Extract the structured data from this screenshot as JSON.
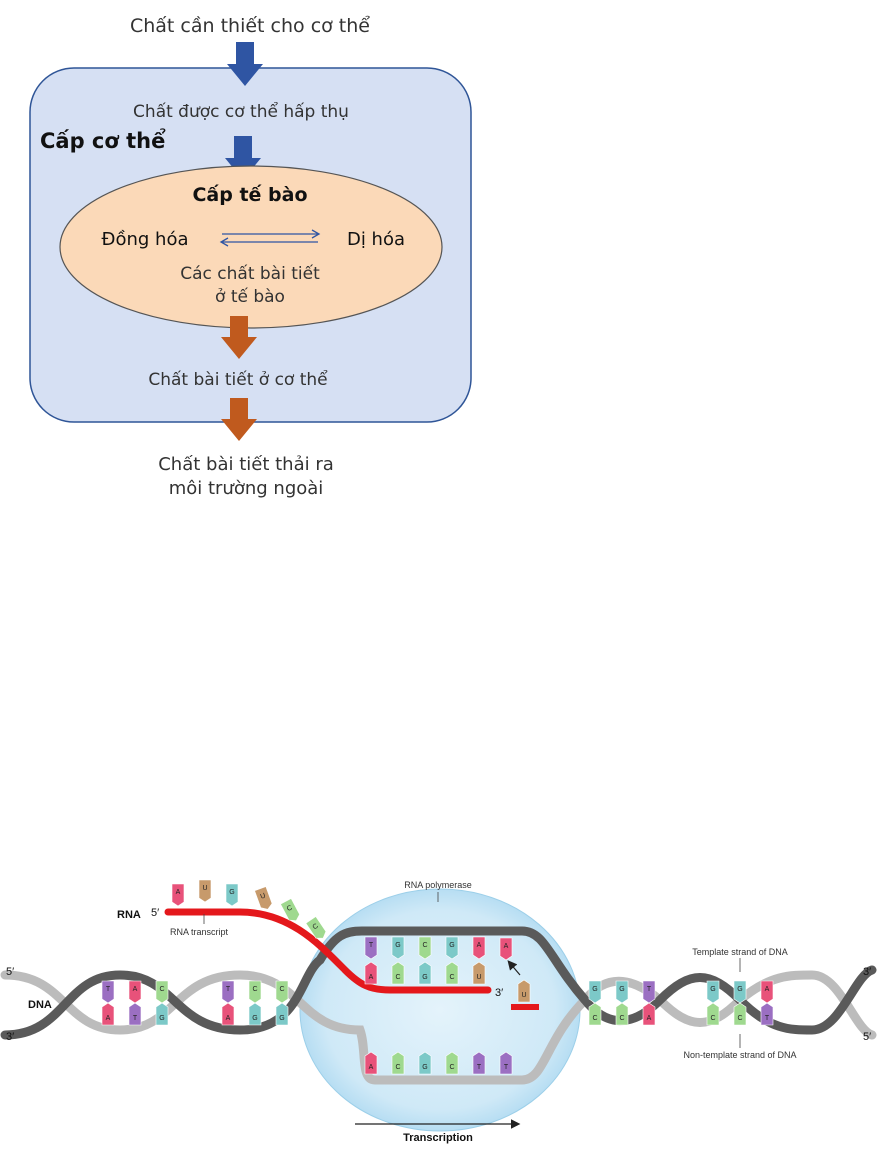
{
  "metabolism": {
    "top_label": "Chất cần thiết cho cơ thể",
    "absorbed_label": "Chất được cơ thể hấp thụ",
    "body_level_label": "Cấp cơ thể",
    "cell_level_label": "Cấp tế bào",
    "anabolism_label": "Đồng hóa",
    "catabolism_label": "Dị hóa",
    "cell_waste_line1": "Các chất bài tiết",
    "cell_waste_line2": "ở tế bào",
    "body_waste_label": "Chất bài tiết ở cơ thể",
    "excreted_line1": "Chất bài tiết thải ra",
    "excreted_line2": "môi trường ngoài",
    "colors": {
      "body_box_fill": "#d6e0f3",
      "body_box_stroke": "#2f5597",
      "cell_fill": "#fbd9b8",
      "input_arrow": "#2f55a3",
      "output_arrow": "#c05a1e"
    }
  },
  "transcription": {
    "rna_label": "RNA",
    "rna_transcript_label": "RNA transcript",
    "rna_polymerase_label": "RNA polymerase",
    "dna_label": "DNA",
    "template_strand_label": "Template strand of DNA",
    "non_template_strand_label": "Non-template strand of DNA",
    "transcription_label": "Transcription",
    "end_5prime": "5′",
    "end_3prime": "3′",
    "rna_free_bases": [
      "A",
      "U",
      "G",
      "U",
      "C",
      "C"
    ],
    "bubble_template_pairs": [
      [
        "T",
        "A"
      ],
      [
        "G",
        "C"
      ],
      [
        "C",
        "G"
      ],
      [
        "G",
        "C"
      ],
      [
        "A",
        "U"
      ]
    ],
    "incoming_bases": [
      "A",
      "U"
    ],
    "bubble_coding_bases": [
      "A",
      "C",
      "G",
      "C",
      "T",
      "T"
    ],
    "left_pairs": [
      [
        "T",
        "A"
      ],
      [
        "A",
        "T"
      ],
      [
        "C",
        "G"
      ],
      [
        "T",
        "A"
      ],
      [
        "C",
        "G"
      ],
      [
        "C",
        "G"
      ]
    ],
    "right_pairs": [
      [
        "G",
        "C"
      ],
      [
        "G",
        "C"
      ],
      [
        "T",
        "A"
      ],
      [
        "G",
        "C"
      ],
      [
        "G",
        "C"
      ],
      [
        "A",
        "T"
      ]
    ],
    "base_colors": {
      "A": "#e8527a",
      "T": "#9b6fc2",
      "U": "#c79a6b",
      "G": "#7cc9c8",
      "C": "#9fd98f"
    }
  }
}
